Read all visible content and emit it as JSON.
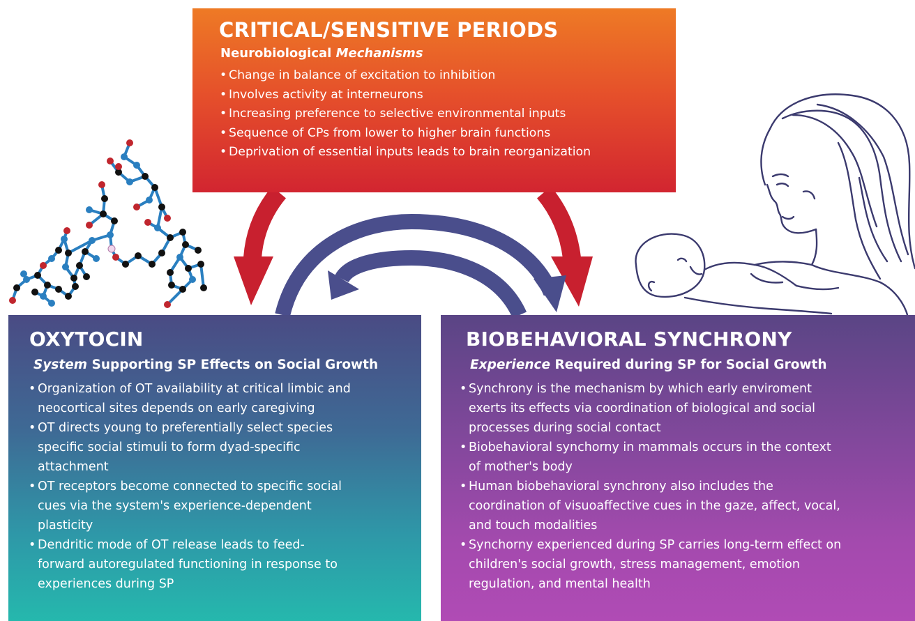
{
  "top": {
    "title": "CRITICAL/SENSITIVE PERIODS",
    "subtitle_plain": "Neurobiological ",
    "subtitle_em": "Mechanisms",
    "bullets": [
      "Change in balance of excitation to inhibition",
      "Involves activity at interneurons",
      "Increasing preference to selective environmental inputs",
      "Sequence of CPs from lower to higher brain functions",
      "Deprivation of essential inputs leads to brain reorganization"
    ]
  },
  "left": {
    "title": "OXYTOCIN",
    "subtitle_em": "System",
    "subtitle_plain": " Supporting SP Effects on Social Growth",
    "bullets": [
      "Organization of OT availability at critical limbic and\nneocortical sites depends on early caregiving",
      "OT directs young to preferentially select species\nspecific social stimuli to form dyad-specific\nattachment",
      "OT receptors become connected to specific social\ncues via the system's experience-dependent\nplasticity",
      "Dendritic mode of OT release leads to feed-\nforward autoregulated functioning in response to\nexperiences during SP"
    ]
  },
  "right": {
    "title": "BIOBEHAVIORAL SYNCHRONY",
    "subtitle_em": "Experience",
    "subtitle_plain": " Required during SP for Social Growth",
    "bullets": [
      "Synchrony is the mechanism by which early enviroment\nexerts its effects via coordination of biological and social\nprocesses during social contact",
      "Biobehavioral synchorny in mammals occurs in the context\nof mother's body",
      "Human biobehavioral synchrony also includes the\ncoordination of visuoaffective cues in the gaze, affect, vocal,\nand touch modalities",
      "Synchorny experienced during SP carries long-term effect on\nchildren's social growth, stress management, emotion\nregulation, and mental health"
    ]
  },
  "colors": {
    "top_gradient": [
      "#ee7a25",
      "#d22530"
    ],
    "left_gradient": [
      "#4a4b84",
      "#25b8ad"
    ],
    "right_gradient": [
      "#5a4585",
      "#b04bb5"
    ],
    "red_arrow": "#c8202f",
    "blue_arrow": "#4a4e8c"
  },
  "illustrations": {
    "left": "oxytocin-molecule",
    "right": "mother-and-infant-line-drawing"
  }
}
